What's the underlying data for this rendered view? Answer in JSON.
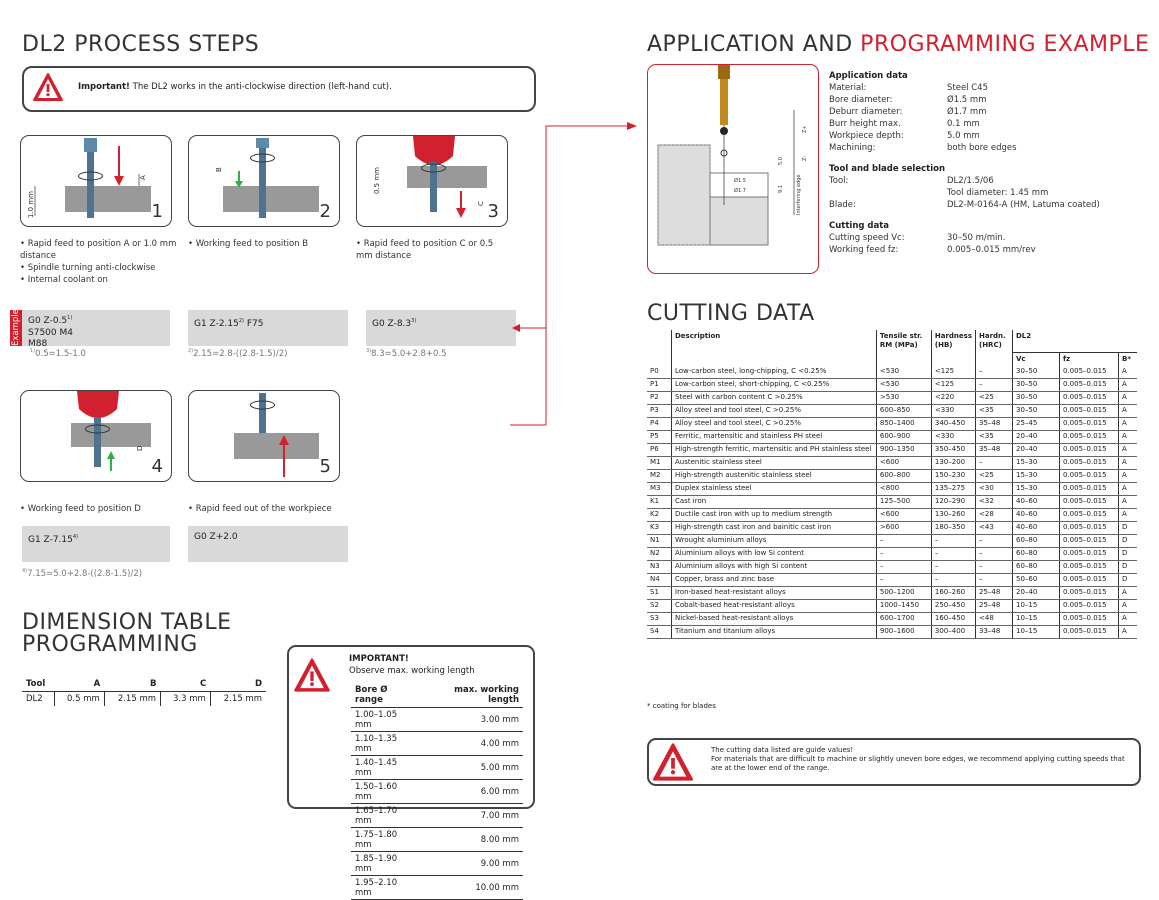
{
  "left": {
    "title": "DL2 PROCESS STEPS",
    "important": {
      "bold": "Important!",
      "text": " The DL2 works in the anti-clockwise direction (left-hand cut)."
    },
    "steps": [
      {
        "num": "1",
        "dims": {
          "a": "A",
          "mm": "1.0 mm"
        },
        "bullets": [
          "Rapid feed to position A or 1.0 mm distance",
          "Spindle turning anti-clockwise",
          "Internal coolant on"
        ]
      },
      {
        "num": "2",
        "dims": {
          "b": "B"
        },
        "bullets": [
          "Working feed to position B"
        ]
      },
      {
        "num": "3",
        "dims": {
          "c": "C",
          "mm": "0.5 mm"
        },
        "bullets": [
          "Rapid feed to position C or 0.5 mm distance"
        ]
      },
      {
        "num": "4",
        "dims": {
          "d": "D"
        },
        "bullets": [
          "Working feed to position D"
        ]
      },
      {
        "num": "5",
        "bullets": [
          "Rapid feed out of the workpiece"
        ]
      }
    ],
    "example_tag": "Example",
    "codes": [
      {
        "lines": [
          "G0 Z-0.5",
          "S7500 M4",
          "M88"
        ],
        "sup": "1)",
        "foot_sup": "1)",
        "foot": "0.5=1.5-1.0"
      },
      {
        "lines": [
          "G1 Z-2.15",
          " F75"
        ],
        "sup": "2)",
        "foot_sup": "2)",
        "foot": "2.15=2.8-((2.8-1.5)/2)"
      },
      {
        "lines": [
          "G0 Z-8.3"
        ],
        "sup": "3)",
        "foot_sup": "3)",
        "foot": "8.3=5.0+2.8+0.5"
      },
      {
        "lines": [
          "G1 Z-7.15"
        ],
        "sup": "4)",
        "foot_sup": "4)",
        "foot": "7.15=5.0+2.8-((2.8-1.5)/2)"
      },
      {
        "lines": [
          "G0 Z+2.0"
        ]
      }
    ],
    "dim_title_1": "DIMENSION TABLE",
    "dim_title_2": "PROGRAMMING",
    "dim_table": {
      "headers": [
        "Tool",
        "A",
        "B",
        "C",
        "D"
      ],
      "rows": [
        [
          "DL2",
          "0.5 mm",
          "2.15 mm",
          "3.3 mm",
          "2.15 mm"
        ]
      ]
    },
    "wl": {
      "title": "IMPORTANT!",
      "subtitle": "Observe max. working length",
      "headers": [
        "Bore Ø range",
        "max. working length"
      ],
      "rows": [
        [
          "1.00–1.05 mm",
          "3.00 mm"
        ],
        [
          "1.10–1.35 mm",
          "4.00 mm"
        ],
        [
          "1.40–1.45 mm",
          "5.00 mm"
        ],
        [
          "1.50–1.60 mm",
          "6.00 mm"
        ],
        [
          "1.65–1.70 mm",
          "7.00 mm"
        ],
        [
          "1.75–1.80 mm",
          "8.00 mm"
        ],
        [
          "1.85–1.90 mm",
          "9.00 mm"
        ],
        [
          "1.95–2.10 mm",
          "10.00 mm"
        ]
      ]
    }
  },
  "right": {
    "title_a": "APPLICATION AND ",
    "title_b": "PROGRAMMING EXAMPLE",
    "drawing_labels": {
      "d15": "Ø1.5",
      "d17": "Ø1.7",
      "v50": "5.0",
      "v91": "9.1",
      "zp": "Z+",
      "zm": "Z-",
      "edge": "Interfering edge"
    },
    "app_head": "Application data",
    "app": [
      [
        "Material:",
        "Steel C45"
      ],
      [
        "Bore diameter:",
        "Ø1.5 mm"
      ],
      [
        "Deburr diameter:",
        "Ø1.7 mm"
      ],
      [
        "Burr height max.",
        "0.1 mm"
      ],
      [
        "Workpiece depth:",
        "5.0 mm"
      ],
      [
        "Machining:",
        "both bore edges"
      ]
    ],
    "tool_head": "Tool and blade selection",
    "tool": [
      [
        "Tool:",
        "DL2/1.5/06"
      ],
      [
        "",
        "Tool diameter: 1.45 mm"
      ],
      [
        "Blade:",
        "DL2-M-0164-A (HM, Latuma coated)"
      ]
    ],
    "cut_head": "Cutting data",
    "cutd": [
      [
        "Cutting speed Vc:",
        "30–50 m/min."
      ],
      [
        "Working feed fz:",
        "0.005–0.015 mm/rev"
      ]
    ],
    "cutting_title": "CUTTING DATA",
    "cut_headers": {
      "desc": "Description",
      "ts": "Tensile str. RM (MPa)",
      "hb": "Hardness (HB)",
      "hrc": "Hardn. (HRC)",
      "dl2": "DL2",
      "vc": "Vc",
      "fz": "fz",
      "b": "B*"
    },
    "cut_rows": [
      [
        "P0",
        "Low-carbon steel, long-chipping, C <0.25%",
        "<530",
        "<125",
        "–",
        "30–50",
        "0.005–0.015",
        "A"
      ],
      [
        "P1",
        "Low-carbon steel, short-chipping, C <0.25%",
        "<530",
        "<125",
        "–",
        "30–50",
        "0.005–0.015",
        "A"
      ],
      [
        "P2",
        "Steel with carbon content C >0.25%",
        ">530",
        "<220",
        "<25",
        "30–50",
        "0.005–0.015",
        "A"
      ],
      [
        "P3",
        "Alloy steel and tool steel, C >0.25%",
        "600–850",
        "<330",
        "<35",
        "30–50",
        "0.005–0.015",
        "A"
      ],
      [
        "P4",
        "Alloy steel and tool steel, C >0.25%",
        "850–1400",
        "340–450",
        "35–48",
        "25–45",
        "0.005–0.015",
        "A"
      ],
      [
        "P5",
        "Ferritic, martensitic and stainless PH steel",
        "600–900",
        "<330",
        "<35",
        "20–40",
        "0.005–0.015",
        "A"
      ],
      [
        "P6",
        "High-strength ferritic, martensitic and PH stainless steel",
        "900–1350",
        "350–450",
        "35–48",
        "20–40",
        "0.005–0.015",
        "A"
      ],
      [
        "M1",
        "Austenitic stainless steel",
        "<600",
        "130–200",
        "–",
        "15–30",
        "0.005–0.015",
        "A"
      ],
      [
        "M2",
        "High-strength austenitic stainless steel",
        "600–800",
        "150–230",
        "<25",
        "15–30",
        "0.005–0.015",
        "A"
      ],
      [
        "M3",
        "Duplex stainless steel",
        "<800",
        "135–275",
        "<30",
        "15–30",
        "0.005–0.015",
        "A"
      ],
      [
        "K1",
        "Cast iron",
        "125–500",
        "120–290",
        "<32",
        "40–60",
        "0.005–0.015",
        "A"
      ],
      [
        "K2",
        "Ductile cast iron with up to medium strength",
        "<600",
        "130–260",
        "<28",
        "40–60",
        "0.005–0.015",
        "A"
      ],
      [
        "K3",
        "High-strength cast iron and bainitic cast iron",
        ">600",
        "180–350",
        "<43",
        "40–60",
        "0.005–0.015",
        "D"
      ],
      [
        "N1",
        "Wrought aluminium alloys",
        "–",
        "–",
        "–",
        "60–80",
        "0.005–0.015",
        "D"
      ],
      [
        "N2",
        "Aluminium alloys with low Si content",
        "–",
        "–",
        "–",
        "60–80",
        "0.005–0.015",
        "D"
      ],
      [
        "N3",
        "Aluminium alloys with high Si content",
        "–",
        "–",
        "–",
        "60–80",
        "0.005–0.015",
        "D"
      ],
      [
        "N4",
        "Copper, brass and zinc base",
        "–",
        "–",
        "–",
        "50–60",
        "0.005–0.015",
        "D"
      ],
      [
        "S1",
        "Iron-based heat-resistant alloys",
        "500–1200",
        "160–260",
        "25–48",
        "20–40",
        "0.005–0.015",
        "A"
      ],
      [
        "S2",
        "Cobalt-based heat-resistant alloys",
        "1000–1450",
        "250–450",
        "25–48",
        "10–15",
        "0.005–0.015",
        "A"
      ],
      [
        "S3",
        "Nickel-based heat-resistant alloys",
        "600–1700",
        "160–450",
        "<48",
        "10–15",
        "0.005–0.015",
        "A"
      ],
      [
        "S4",
        "Titanium and titanium alloys",
        "900–1600",
        "300–400",
        "33–48",
        "10–15",
        "0.005–0.015",
        "A"
      ]
    ],
    "coating_note": "* coating for blades",
    "guide_1": "The cutting data listed are guide values!",
    "guide_2": "For materials that are difficult to machine or slightly uneven bore edges, we recommend applying cutting speeds that are at the lower end of the range.",
    "colors": {
      "accent": "#d2202e",
      "code_bg": "#d9d9d9",
      "tool_blue": "#4d7390"
    }
  }
}
